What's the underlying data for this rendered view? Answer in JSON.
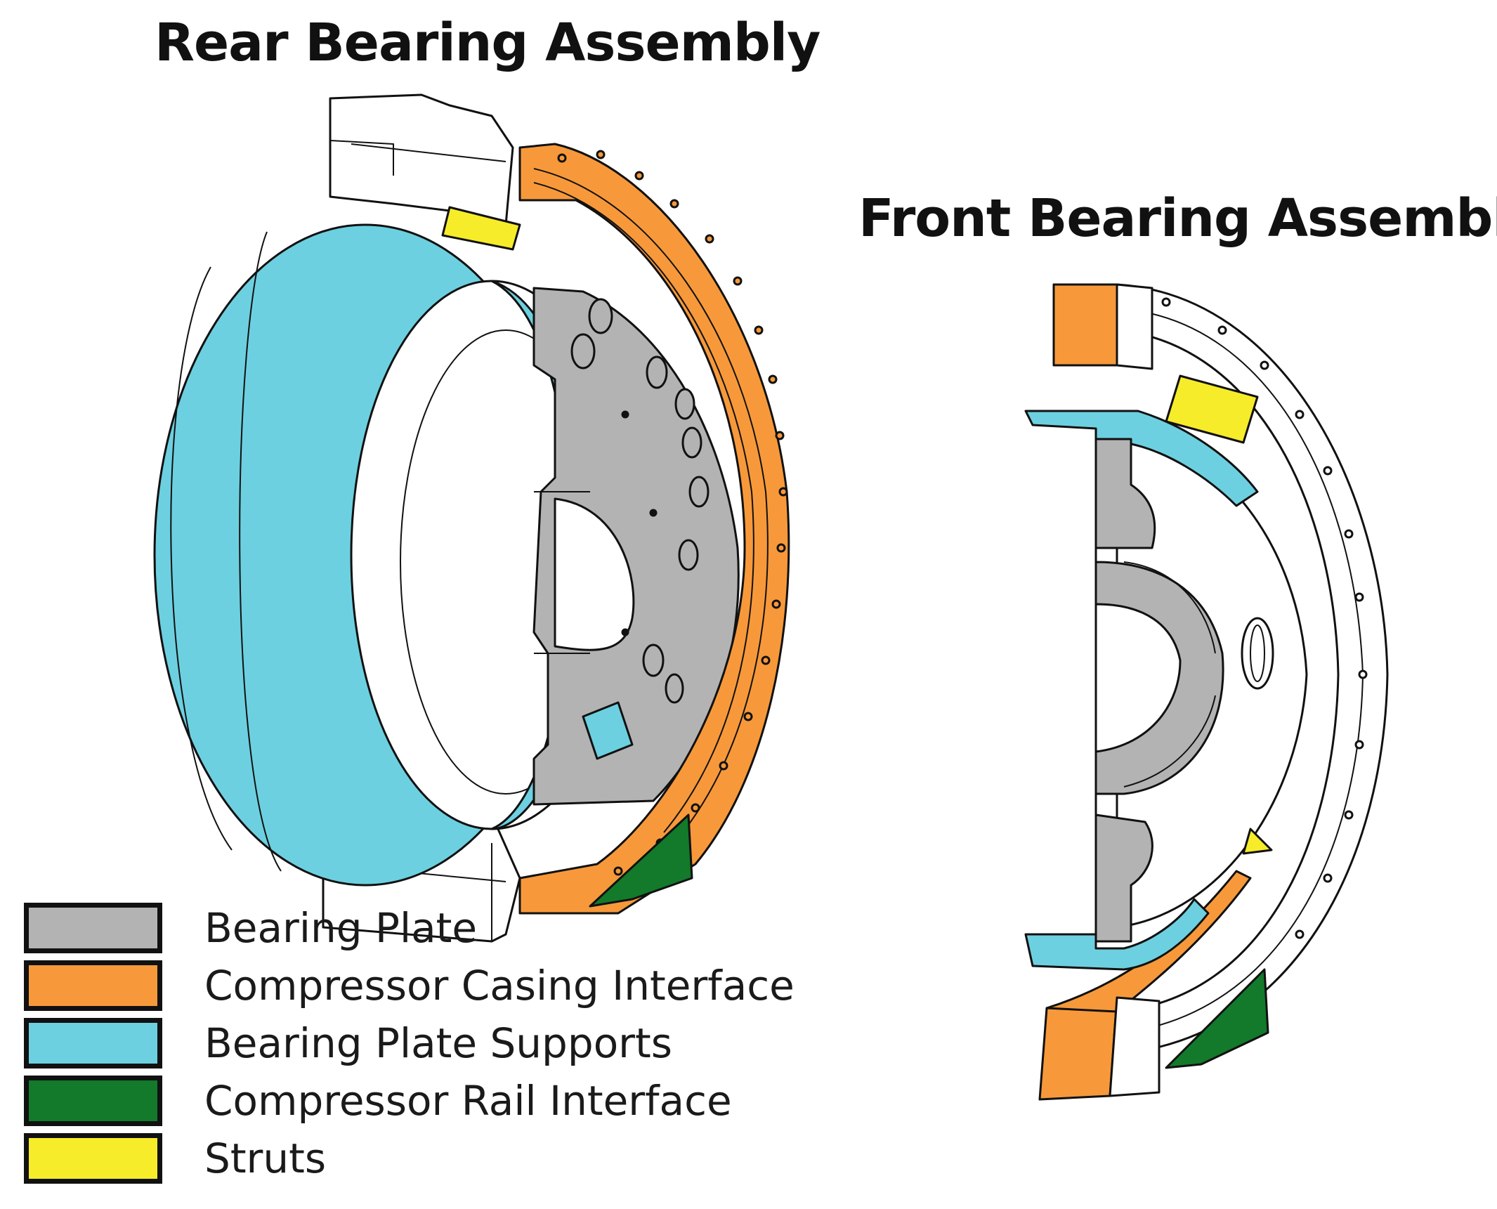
{
  "rear": {
    "title": "Rear Bearing Assembly"
  },
  "front": {
    "title": "Front Bearing Assembly"
  },
  "legend": [
    {
      "label": "Bearing Plate",
      "color": "#b3b3b3"
    },
    {
      "label": "Compressor Casing Interface",
      "color": "#f7993a"
    },
    {
      "label": "Bearing Plate Supports",
      "color": "#6dd0e0"
    },
    {
      "label": "Compressor Rail Interface",
      "color": "#127a2a"
    },
    {
      "label": "Struts",
      "color": "#f7ec2a"
    }
  ]
}
